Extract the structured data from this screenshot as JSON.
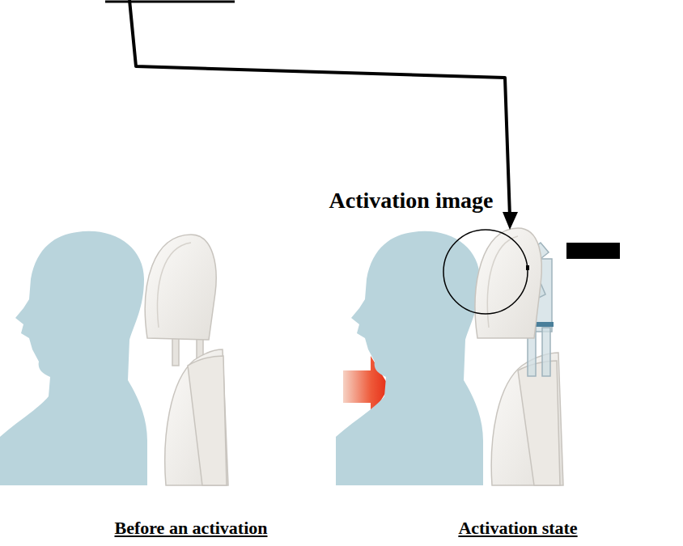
{
  "diagram": {
    "labels": [
      "Activation image",
      "Before an activation",
      "Activation state"
    ]
  }
}
